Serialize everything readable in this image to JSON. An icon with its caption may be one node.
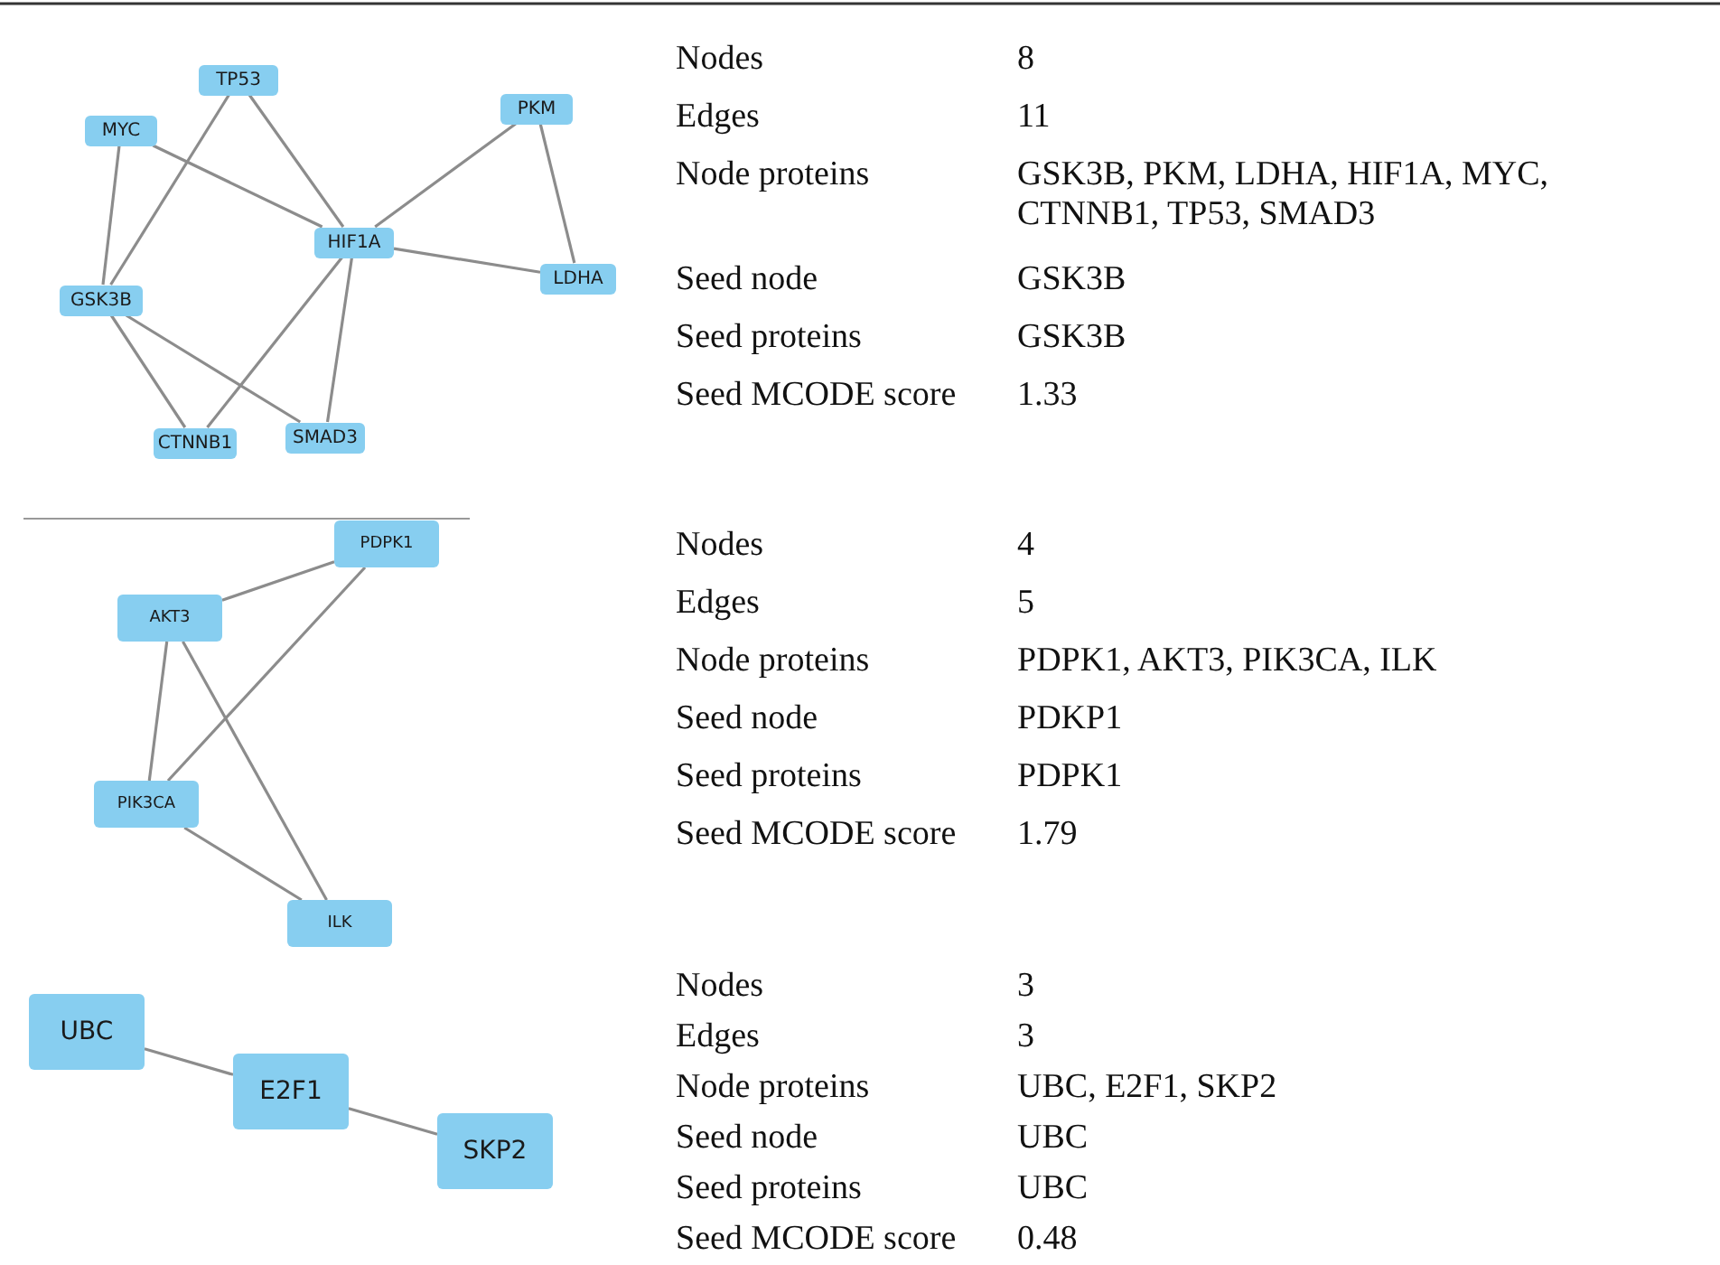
{
  "diagram": {
    "nodes": [
      {
        "text": [
          "TP53"
        ]
      },
      {
        "text": [
          "PKM"
        ]
      },
      {
        "text": [
          "MYC"
        ]
      },
      {
        "text": [
          "HIF1A"
        ]
      },
      {
        "text": [
          "LDHA"
        ]
      },
      {
        "text": [
          "GSK3B"
        ]
      },
      {
        "text": [
          "CTNNB1"
        ]
      },
      {
        "text": [
          "SMAD3"
        ]
      },
      {
        "text": [
          "PDPK1"
        ]
      },
      {
        "text": [
          "AKT3"
        ]
      },
      {
        "text": [
          "PIK3CA"
        ]
      },
      {
        "text": [
          "ILK"
        ]
      },
      {
        "text": [
          "UBC"
        ]
      },
      {
        "text": [
          "E2F1"
        ]
      },
      {
        "text": [
          "SKP2"
        ]
      }
    ],
    "edges": [
      {
        "from": 2,
        "to": 5,
        "arrow": "none"
      },
      {
        "from": 2,
        "to": 3,
        "arrow": "none"
      },
      {
        "from": 0,
        "to": 5,
        "arrow": "none"
      },
      {
        "from": 0,
        "to": 3,
        "arrow": "none"
      },
      {
        "from": 1,
        "to": 3,
        "arrow": "none"
      },
      {
        "from": 1,
        "to": 4,
        "arrow": "none"
      },
      {
        "from": 3,
        "to": 4,
        "arrow": "none"
      },
      {
        "from": 3,
        "to": 6,
        "arrow": "none"
      },
      {
        "from": 3,
        "to": 7,
        "arrow": "none"
      },
      {
        "from": 5,
        "to": 6,
        "arrow": "none"
      },
      {
        "from": 5,
        "to": 7,
        "arrow": "none"
      },
      {
        "from": 9,
        "to": 8,
        "arrow": "none"
      },
      {
        "from": 8,
        "to": 10,
        "arrow": "none"
      },
      {
        "from": 9,
        "to": 10,
        "arrow": "none"
      },
      {
        "from": 9,
        "to": 11,
        "arrow": "none"
      },
      {
        "from": 10,
        "to": 11,
        "arrow": "none"
      },
      {
        "from": 12,
        "to": 13,
        "arrow": "none"
      },
      {
        "from": 13,
        "to": 14,
        "arrow": "none"
      }
    ],
    "labels": [
      "Nodes",
      "8",
      "Edges",
      "11",
      "Node proteins",
      "GSK3B, PKM, LDHA, HIF1A, MYC, CTNNB1, TP53, SMAD3",
      "Seed node",
      "GSK3B",
      "Seed proteins",
      "GSK3B",
      "Seed MCODE score",
      "1.33",
      "Nodes",
      "4",
      "Edges",
      "5",
      "Node proteins",
      "PDPK1, AKT3, PIK3CA, ILK",
      "Seed node",
      "PDKP1",
      "Seed proteins",
      "PDPK1",
      "Seed MCODE score",
      "1.79",
      "Nodes",
      "3",
      "Edges",
      "3",
      "Node proteins",
      "UBC, E2F1, SKP2",
      "Seed node",
      "UBC",
      "Seed proteins",
      "UBC",
      "Seed MCODE score",
      "0.48"
    ]
  }
}
